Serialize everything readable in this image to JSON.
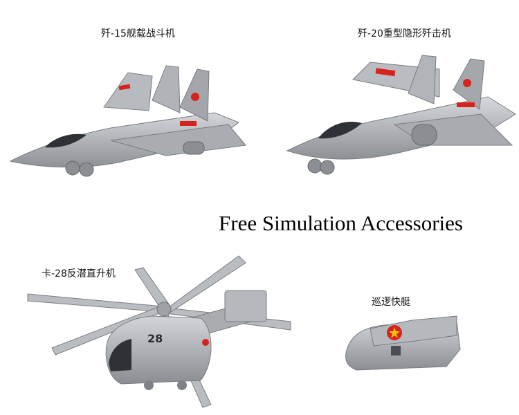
{
  "headline": "Free Simulation Accessories",
  "accessories": [
    {
      "label": "歼-15舰载战斗机"
    },
    {
      "label": "歼-20重型隐形歼击机"
    },
    {
      "label": "卡-28反潜直升机"
    },
    {
      "label": "巡逻快艇"
    }
  ],
  "helicopter_number": "28",
  "colors": {
    "body_gray": "#9fa3a8",
    "dark_gray": "#6e7278",
    "light_gray": "#c9ccd0",
    "insignia_red": "#d8231c",
    "insignia_yellow": "#f2c200"
  }
}
